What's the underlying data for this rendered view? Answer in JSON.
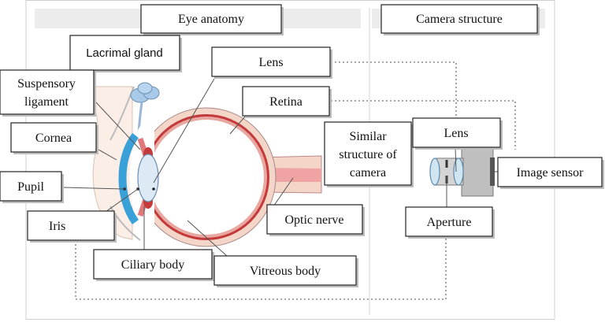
{
  "headers": {
    "eye_anatomy": "Eye anatomy",
    "camera_structure": "Camera structure"
  },
  "labels": {
    "lacrimal_gland": "Lacrimal gland",
    "suspensory_ligament_1": "Suspensory",
    "suspensory_ligament_2": "ligament",
    "cornea": "Cornea",
    "pupil": "Pupil",
    "iris": "Iris",
    "lens": "Lens",
    "retina": "Retina",
    "optic_nerve": "Optic nerve",
    "ciliary_body": "Ciliary body",
    "vitreous_body": "Vitreous body",
    "similar_1": "Similar",
    "similar_2": "structure of",
    "similar_3": "camera",
    "camera_lens": "Lens",
    "image_sensor": "Image sensor",
    "aperture": "Aperture"
  },
  "colors": {
    "header_band": "#ececec",
    "sclera": "#f3d6c8",
    "choroid": "#c43a3a",
    "retina_band": "#e8a7a0",
    "vitreous": "#ffffff",
    "lens": "#dde9f5",
    "cornea": "#3aa0d8",
    "gland": "#a9c9e8",
    "skin": "#fbeee6",
    "camera_body": "#bfbfbf",
    "camera_lens": "#cfe6f2"
  }
}
